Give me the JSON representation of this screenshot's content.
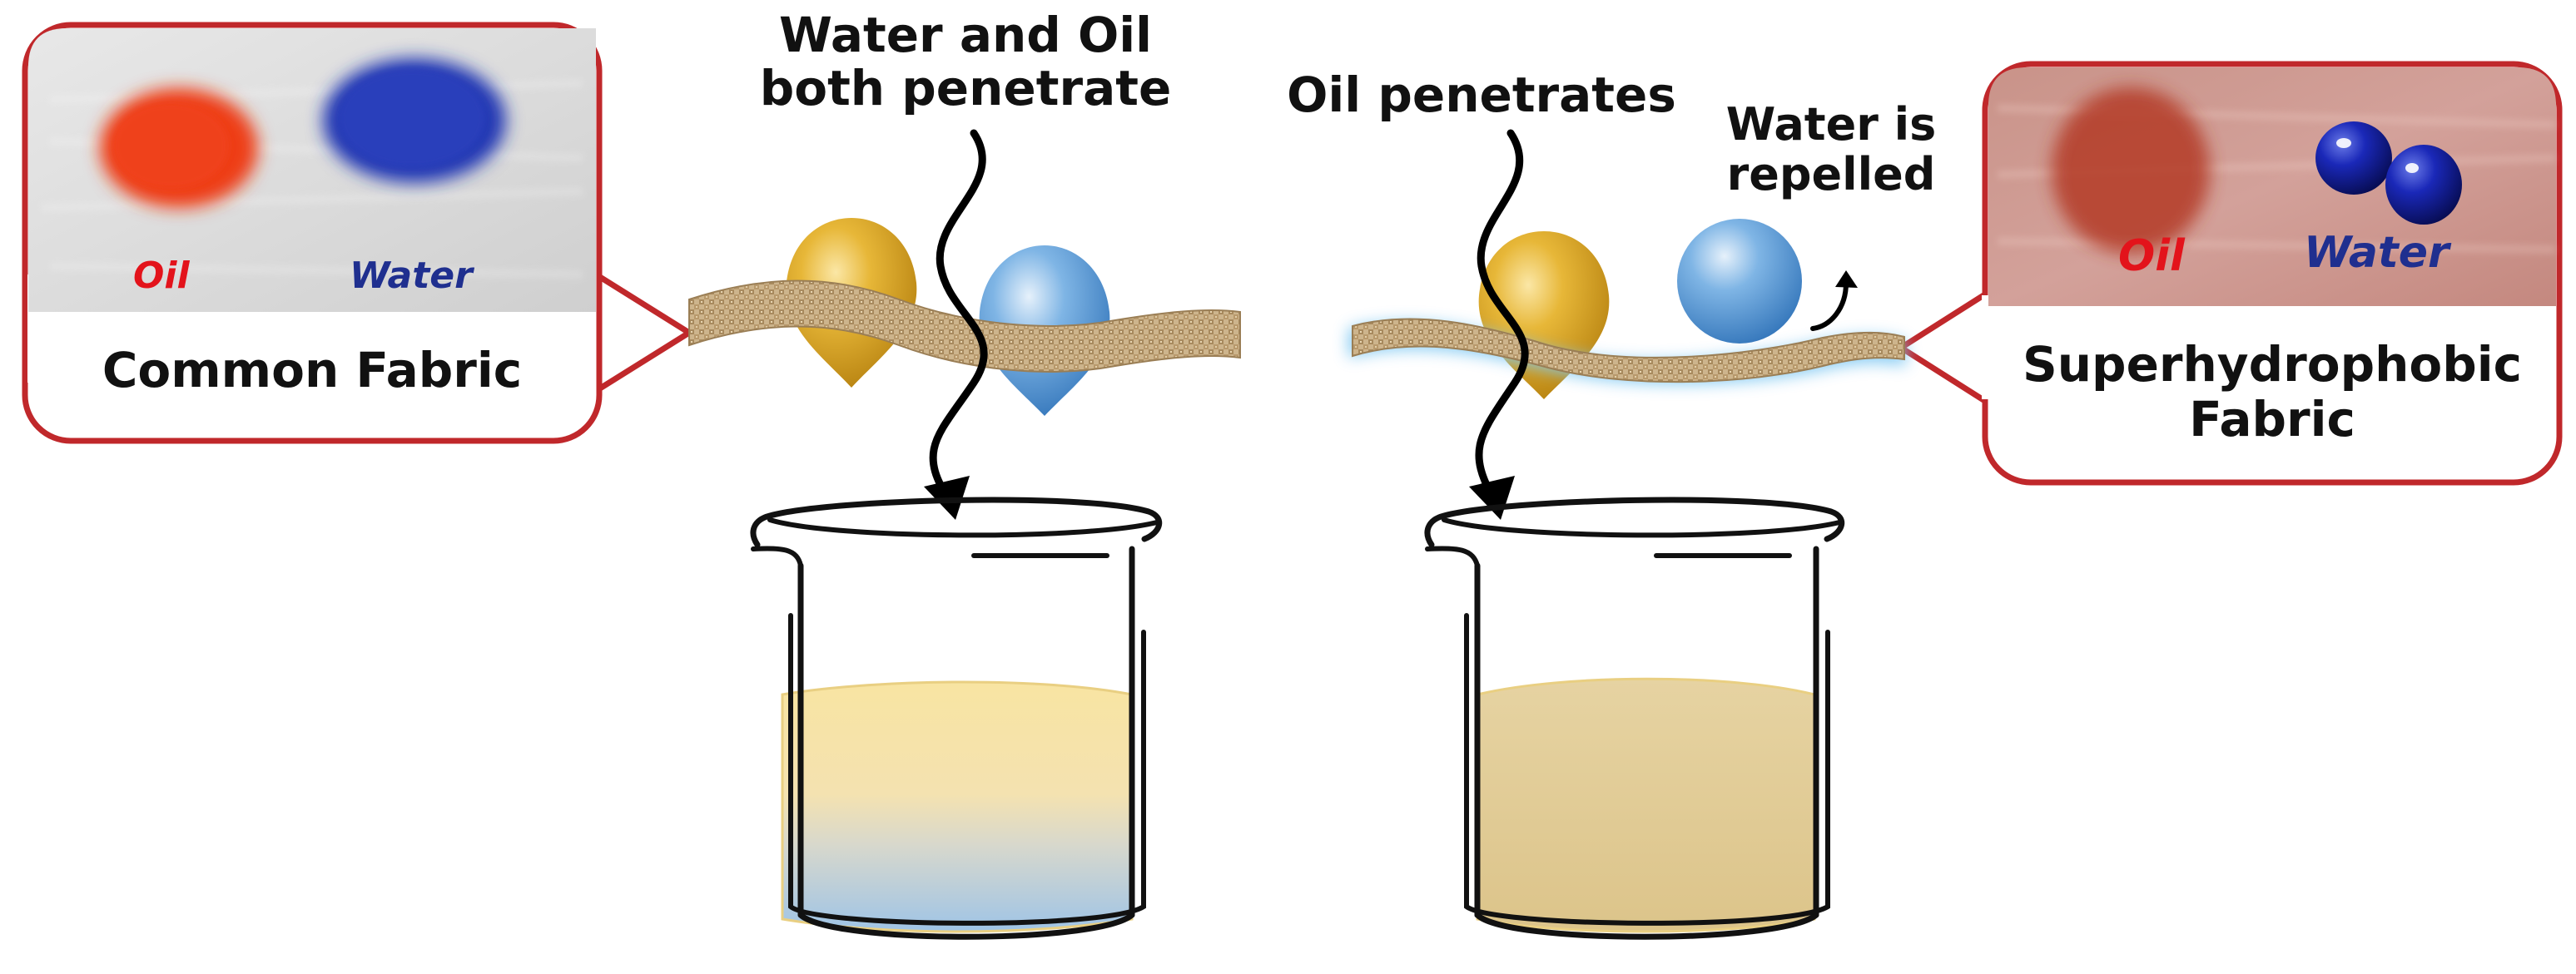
{
  "left_panel": {
    "title": "Common Fabric",
    "oil_label": "Oil",
    "water_label": "Water"
  },
  "right_panel": {
    "title_line1": "Superhydrophobic",
    "title_line2": "Fabric",
    "oil_label": "Oil",
    "water_label": "Water"
  },
  "left_caption": {
    "line1": "Water and Oil",
    "line2": "both penetrate"
  },
  "right_caption_oil": "Oil penetrates",
  "right_caption_water": {
    "line1": "Water is",
    "line2": "repelled"
  },
  "colors": {
    "oil_drop": "#d4a21c",
    "water_drop": "#4f93d1",
    "panel_border": "#c0282b",
    "oil_label": "#e3131b",
    "water_label": "#1f2f8f",
    "fabric": "#c9ad83",
    "oil_liquid": "#f6dc96",
    "water_liquid": "#a8c8e6"
  },
  "icons": {
    "droplet": "droplet-icon",
    "arrow": "curved-arrow-icon",
    "beaker": "beaker-icon"
  }
}
